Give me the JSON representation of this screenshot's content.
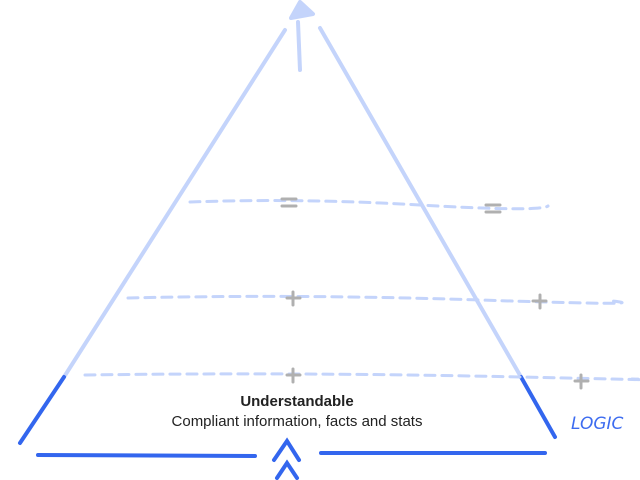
{
  "colors": {
    "light_blue": "#c4d4fb",
    "dark_blue": "#3366ee",
    "symbol_gray": "#b0b0b0",
    "text": "#222222"
  },
  "pyramid": {
    "level_title": "Understandable",
    "level_subtitle": "Compliant information, facts and stats",
    "side_label": "LOGIC",
    "operators": [
      "=",
      "=",
      "+",
      "+",
      "+",
      "+"
    ]
  }
}
